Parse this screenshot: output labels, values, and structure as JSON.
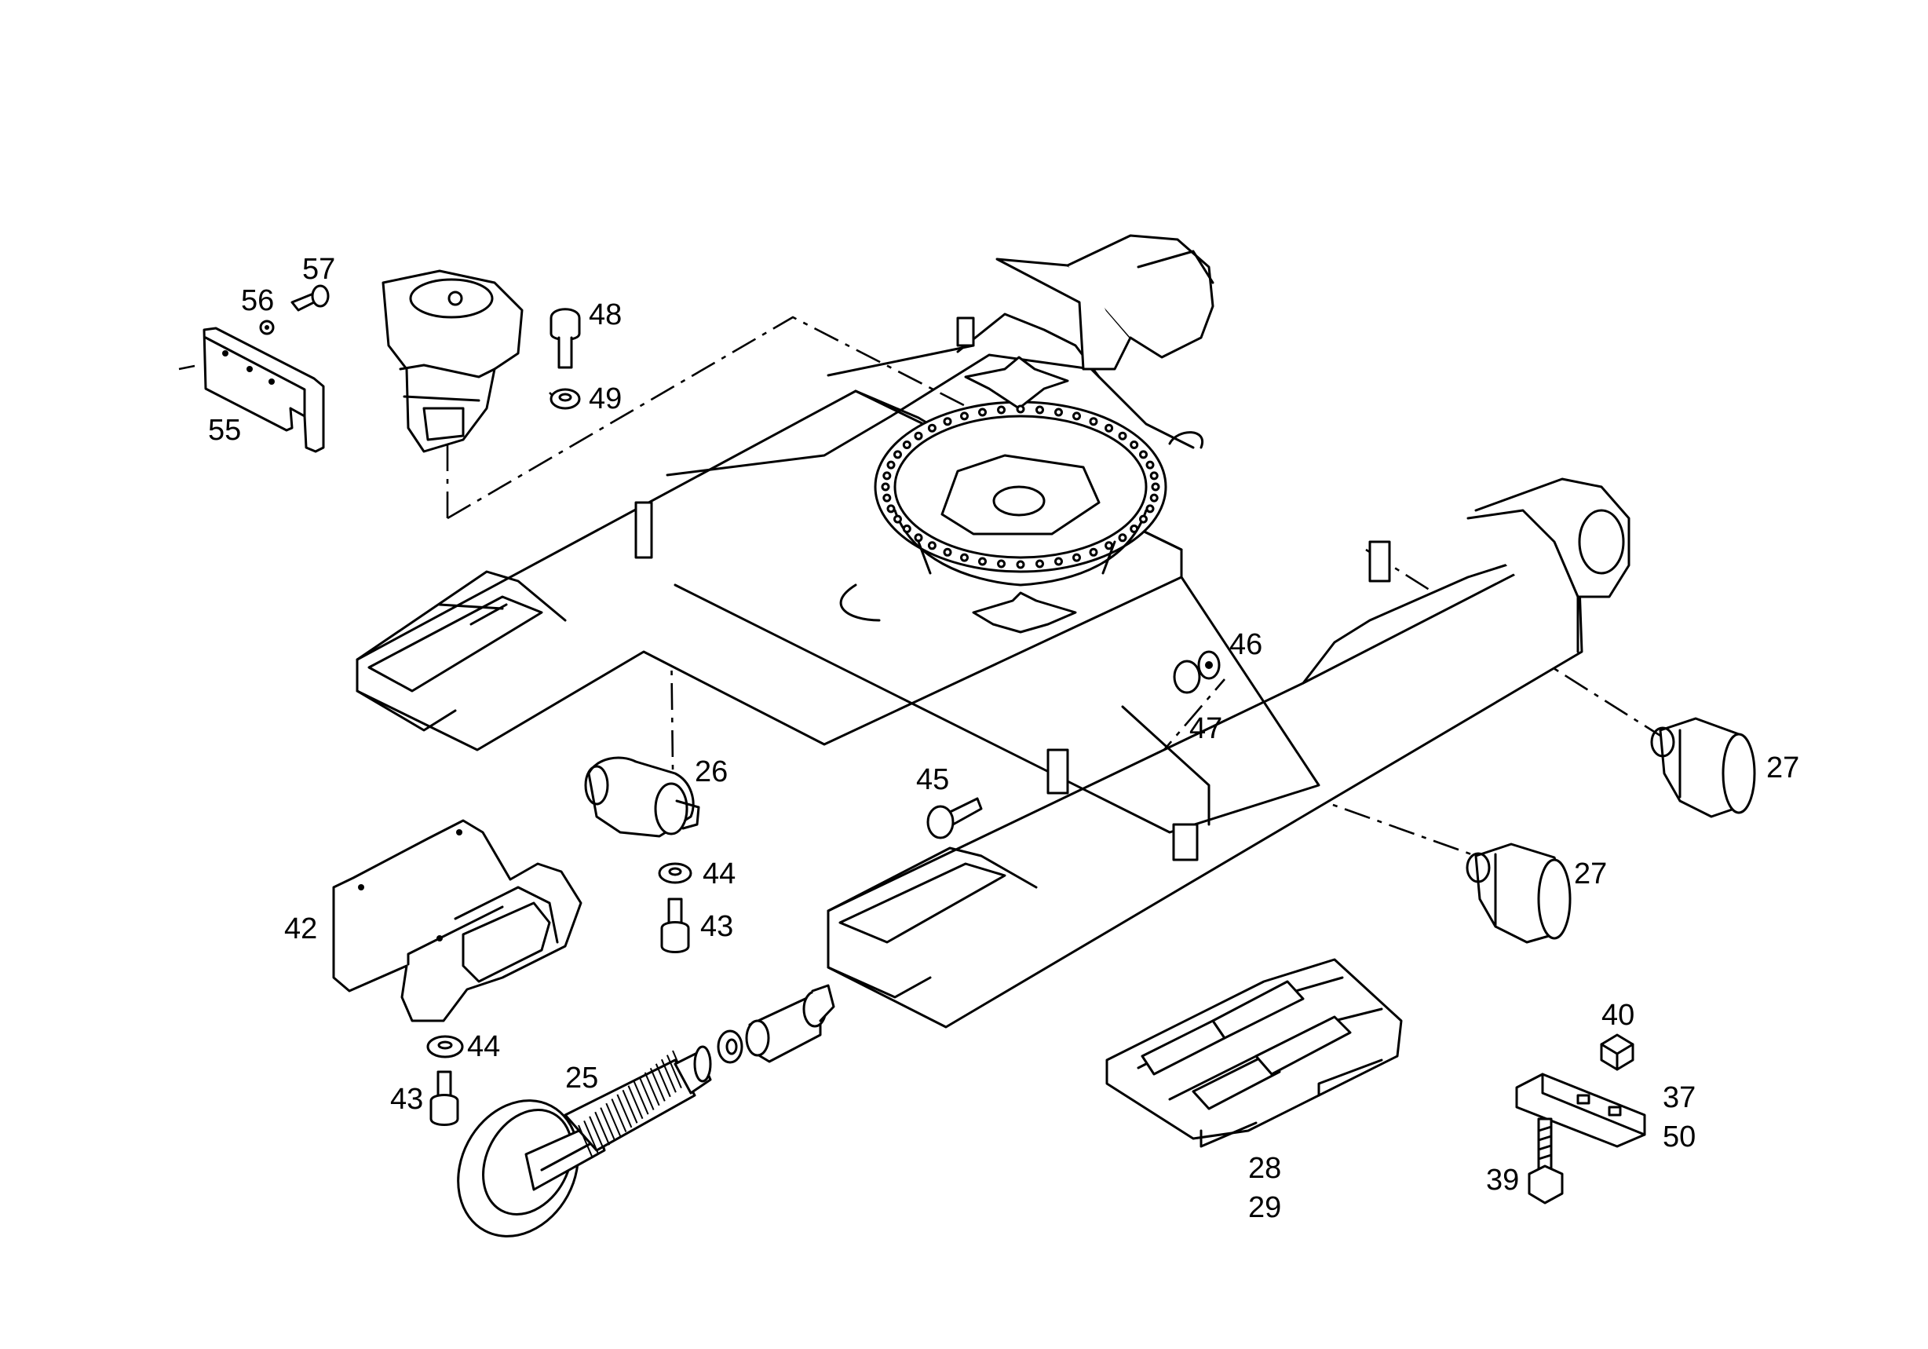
{
  "diagram": {
    "type": "exploded-parts-view",
    "subject": "undercarriage",
    "callouts": [
      {
        "id": "c57",
        "text": "57"
      },
      {
        "id": "c56",
        "text": "56"
      },
      {
        "id": "c55",
        "text": "55"
      },
      {
        "id": "c48",
        "text": "48"
      },
      {
        "id": "c49",
        "text": "49"
      },
      {
        "id": "c46",
        "text": "46"
      },
      {
        "id": "c47",
        "text": "47"
      },
      {
        "id": "c26",
        "text": "26"
      },
      {
        "id": "c27a",
        "text": "27"
      },
      {
        "id": "c27b",
        "text": "27"
      },
      {
        "id": "c45",
        "text": "45"
      },
      {
        "id": "c44a",
        "text": "44"
      },
      {
        "id": "c43a",
        "text": "43"
      },
      {
        "id": "c42",
        "text": "42"
      },
      {
        "id": "c44b",
        "text": "44"
      },
      {
        "id": "c43b",
        "text": "43"
      },
      {
        "id": "c25",
        "text": "25"
      },
      {
        "id": "c40",
        "text": "40"
      },
      {
        "id": "c37",
        "text": "37"
      },
      {
        "id": "c50",
        "text": "50"
      },
      {
        "id": "c28",
        "text": "28"
      },
      {
        "id": "c29",
        "text": "29"
      },
      {
        "id": "c39",
        "text": "39"
      }
    ]
  }
}
